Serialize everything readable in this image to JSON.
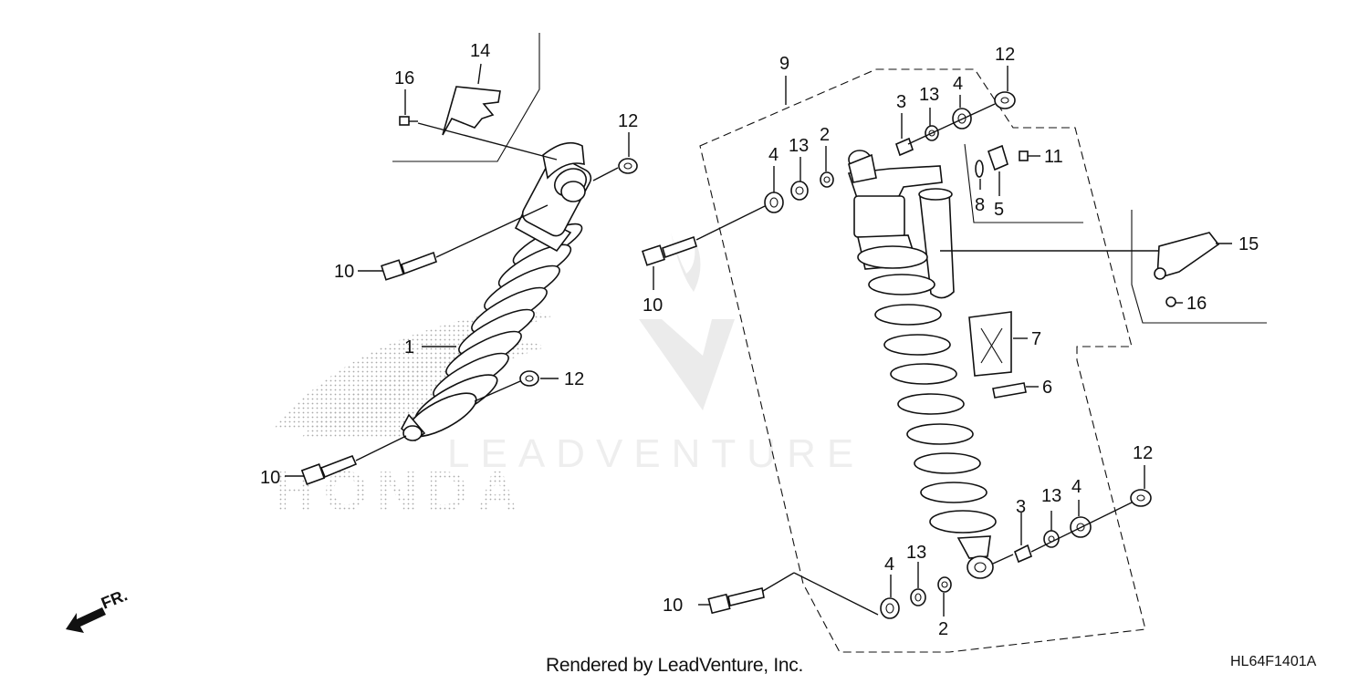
{
  "diagram": {
    "code": "HL64F1401A",
    "render_credit": "Rendered by LeadVenture, Inc.",
    "watermark": "LEADVENTURE",
    "brand_watermark": "HONDA",
    "front_indicator": "FR."
  },
  "callouts": {
    "c1": "1",
    "c2a": "2",
    "c2b": "2",
    "c3a": "3",
    "c3b": "3",
    "c4a": "4",
    "c4b": "4",
    "c4c": "4",
    "c4d": "4",
    "c5": "5",
    "c6": "6",
    "c7": "7",
    "c8": "8",
    "c9": "9",
    "c10a": "10",
    "c10b": "10",
    "c10c": "10",
    "c10d": "10",
    "c11": "11",
    "c12a": "12",
    "c12b": "12",
    "c12c": "12",
    "c12d": "12",
    "c13a": "13",
    "c13b": "13",
    "c13c": "13",
    "c13d": "13",
    "c14": "14",
    "c15": "15",
    "c16a": "16",
    "c16b": "16"
  },
  "colors": {
    "line": "#111111",
    "watermark": "#d9d9d9",
    "dots": "#bdbdbd"
  }
}
